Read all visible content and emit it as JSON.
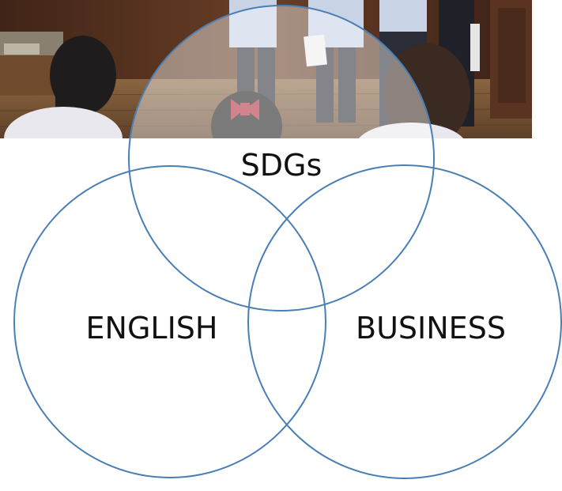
{
  "diagram": {
    "type": "venn",
    "circles": [
      {
        "label": "SDGs"
      },
      {
        "label": "ENGLISH"
      },
      {
        "label": "BUSINESS"
      }
    ],
    "stroke_color": "#4a7fb5",
    "background_photo": {
      "subject": "students-presentation",
      "tones": {
        "floor": "#7d5a37",
        "wall": "#5a3421",
        "shirt": "#c9d3e6",
        "trousers": "#2a2d38",
        "ribbon": "#b02b3c",
        "hair": "#1e1c1d"
      }
    }
  }
}
